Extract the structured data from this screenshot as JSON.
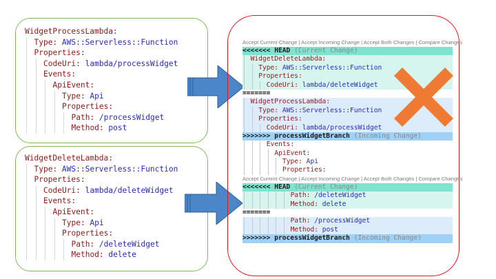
{
  "left_panel_top": {
    "lines": [
      {
        "indent": 0,
        "key": "WidgetProcessLambda:",
        "value": ""
      },
      {
        "indent": 1,
        "key": "Type:",
        "value": "AWS::Serverless::Function"
      },
      {
        "indent": 1,
        "key": "Properties:",
        "value": ""
      },
      {
        "indent": 2,
        "key": "CodeUri:",
        "value": "lambda/processWidget"
      },
      {
        "indent": 2,
        "key": "Events:",
        "value": ""
      },
      {
        "indent": 3,
        "key": "ApiEvent:",
        "value": ""
      },
      {
        "indent": 4,
        "key": "Type:",
        "value": "Api"
      },
      {
        "indent": 4,
        "key": "Properties:",
        "value": ""
      },
      {
        "indent": 5,
        "key": "Path:",
        "value": "/processWidget"
      },
      {
        "indent": 5,
        "key": "Method:",
        "value": "post"
      }
    ]
  },
  "left_panel_bottom": {
    "lines": [
      {
        "indent": 0,
        "key": "WidgetDeleteLambda:",
        "value": ""
      },
      {
        "indent": 1,
        "key": "Type:",
        "value": "AWS::Serverless::Function"
      },
      {
        "indent": 1,
        "key": "Properties:",
        "value": ""
      },
      {
        "indent": 2,
        "key": "CodeUri:",
        "value": "lambda/deleteWidget"
      },
      {
        "indent": 2,
        "key": "Events:",
        "value": ""
      },
      {
        "indent": 3,
        "key": "ApiEvent:",
        "value": ""
      },
      {
        "indent": 4,
        "key": "Type:",
        "value": "Api"
      },
      {
        "indent": 4,
        "key": "Properties:",
        "value": ""
      },
      {
        "indent": 5,
        "key": "Path:",
        "value": "/deleteWidget"
      },
      {
        "indent": 5,
        "key": "Method:",
        "value": "delete"
      }
    ]
  },
  "diff": {
    "codelens": {
      "accept_current": "Accept Current Change",
      "accept_incoming": "Accept Incoming Change",
      "accept_both": "Accept Both Changes",
      "compare": "Compare Changes",
      "separator": " | "
    },
    "conflict1": {
      "head_marker": "<<<<<<< HEAD",
      "head_label": "(Current Change)",
      "current_lines": [
        {
          "indent": 1,
          "key": "WidgetDeleteLambda:",
          "value": ""
        },
        {
          "indent": 2,
          "key": "Type:",
          "value": "AWS::Serverless::Function"
        },
        {
          "indent": 2,
          "key": "Properties:",
          "value": ""
        },
        {
          "indent": 3,
          "key": "CodeUri:",
          "value": "lambda/deleteWidget"
        }
      ],
      "separator": "=======",
      "incoming_lines": [
        {
          "indent": 1,
          "key": "WidgetProcessLambda:",
          "value": ""
        },
        {
          "indent": 2,
          "key": "Type:",
          "value": "AWS::Serverless::Function"
        },
        {
          "indent": 2,
          "key": "Properties:",
          "value": ""
        },
        {
          "indent": 3,
          "key": "CodeUri:",
          "value": "lambda/processWidget"
        }
      ],
      "incoming_marker": ">>>>>>> processWidgetBranch",
      "incoming_label": "(Incoming Change)"
    },
    "common_lines": [
      {
        "indent": 3,
        "key": "Events:",
        "value": ""
      },
      {
        "indent": 4,
        "key": "ApiEvent:",
        "value": ""
      },
      {
        "indent": 5,
        "key": "Type:",
        "value": "Api"
      },
      {
        "indent": 5,
        "key": "Properties:",
        "value": ""
      }
    ],
    "conflict2": {
      "head_marker": "<<<<<<< HEAD",
      "head_label": "(Current Change)",
      "current_lines": [
        {
          "indent": 6,
          "key": "Path:",
          "value": "/deleteWidget"
        },
        {
          "indent": 6,
          "key": "Method:",
          "value": "delete"
        }
      ],
      "separator": "=======",
      "incoming_lines": [
        {
          "indent": 6,
          "key": "Path:",
          "value": "/processWidget"
        },
        {
          "indent": 6,
          "key": "Method:",
          "value": "post"
        }
      ],
      "incoming_marker": ">>>>>>> processWidgetBranch",
      "incoming_label": "(Incoming Change)"
    }
  },
  "colors": {
    "key": "#8b1a1a",
    "value": "#2a2ab8",
    "panel_border": "#7fb85a",
    "diff_border": "#e01818",
    "arrow": "#4a86c8",
    "cross": "#ee7a33"
  },
  "icons": [
    "arrow-right-icon",
    "cross-mark-icon"
  ]
}
